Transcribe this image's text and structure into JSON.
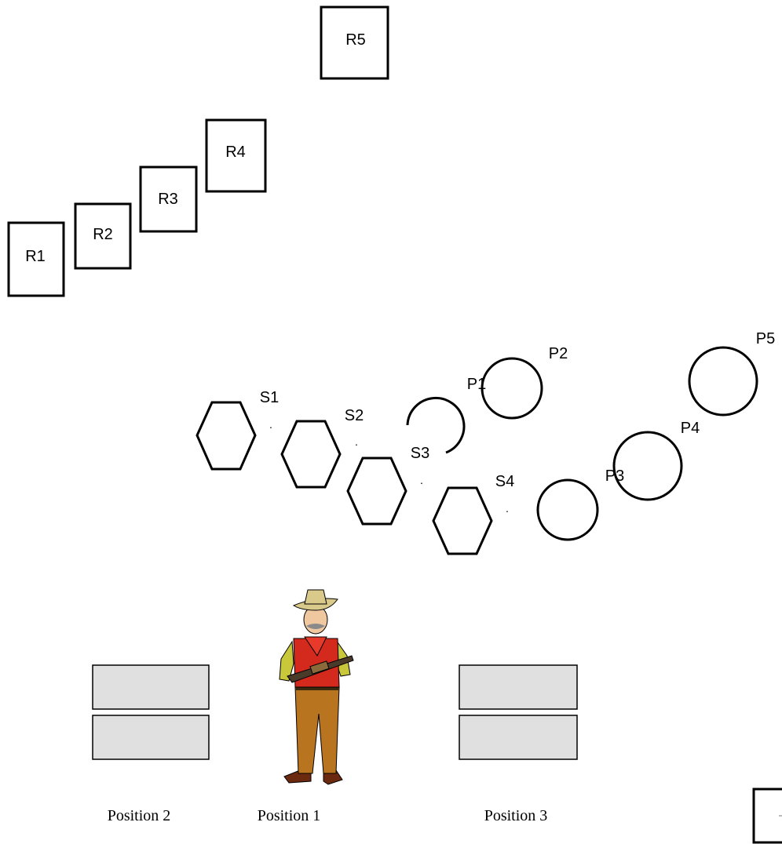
{
  "targets": {
    "r1": "R1",
    "r2": "R2",
    "r3": "R3",
    "r4": "R4",
    "r5": "R5"
  },
  "stands": {
    "s1": "S1",
    "s2": "S2",
    "s3": "S3",
    "s4": "S4",
    "marker": "."
  },
  "poppers": {
    "p1": "P1",
    "p2": "P2",
    "p3": "P3",
    "p4": "P4",
    "p5": "P5"
  },
  "positions": {
    "pos1": "Position 1",
    "pos2": "Position 2",
    "pos3": "Position 3"
  },
  "colors": {
    "stroke": "#000000",
    "barrier_fill": "#e0e0e0",
    "shirt": "#c8c83a",
    "vest": "#d42a1e",
    "trousers": "#b8741e",
    "hat": "#d9c98a",
    "boots": "#6b2a10"
  },
  "icons": {
    "shooter": "cowboy-shooter-icon"
  }
}
